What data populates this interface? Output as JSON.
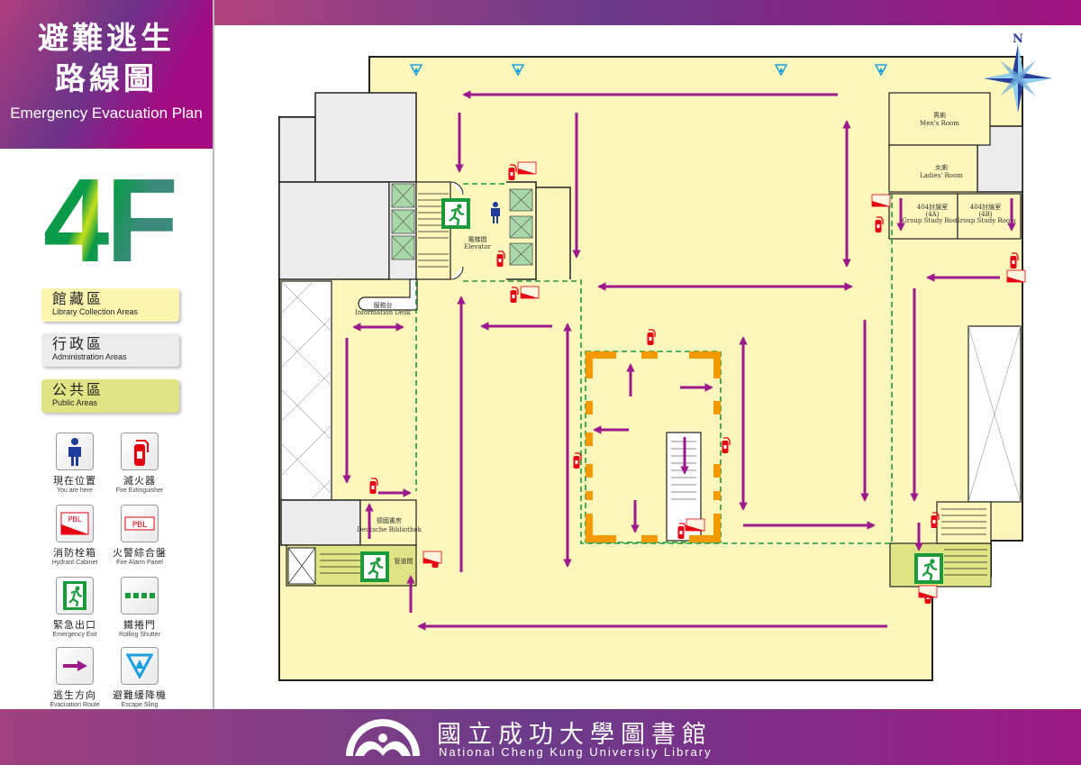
{
  "header": {
    "title_line1": "避難逃生",
    "title_line2": "路線圖",
    "title_en": "Emergency Evacuation Plan"
  },
  "floor": "4F",
  "zones": [
    {
      "zh": "館藏區",
      "en": "Library Collection Areas",
      "color": "#fbf5b0"
    },
    {
      "zh": "行政區",
      "en": "Administration Areas",
      "color": "#ebeceb"
    },
    {
      "zh": "公共區",
      "en": "Public Areas",
      "color": "#dfe584"
    }
  ],
  "legend": [
    {
      "icon": "person-icon",
      "zh": "現在位置",
      "en": "You are here"
    },
    {
      "icon": "fire-extinguisher-icon",
      "zh": "滅火器",
      "en": "Fire Extinguisher"
    },
    {
      "icon": "hydrant-cabinet-icon",
      "zh": "消防栓箱",
      "en": "Hydrant Cabinet"
    },
    {
      "icon": "fire-alarm-panel-icon",
      "zh": "火警綜合盤",
      "en": "Fire Alarm Panel"
    },
    {
      "icon": "emergency-exit-icon",
      "zh": "緊急出口",
      "en": "Emergency Exit"
    },
    {
      "icon": "rolling-shutter-icon",
      "zh": "鐵捲門",
      "en": "Rolling Shutter"
    },
    {
      "icon": "evacuation-route-icon",
      "zh": "逃生方向",
      "en": "Evacuation Route"
    },
    {
      "icon": "escape-sling-icon",
      "zh": "避難緩降機",
      "en": "Escape Sling"
    }
  ],
  "rooms": {
    "mens_zh": "男廁",
    "mens_en": "Men's Room",
    "ladies_zh": "女廁",
    "ladies_en": "Ladies' Room",
    "study_a_zh": "404討論室",
    "study_a_code": "(4A)",
    "study_a_en": "Group Study Room",
    "study_b_zh": "404討論室",
    "study_b_code": "(4B)",
    "study_b_en": "Group Study Room",
    "elevator_zh": "電梯間",
    "elevator_en": "Elevator",
    "info_zh": "服務台",
    "info_en": "Information Desk",
    "deutsche_zh": "德國書房",
    "deutsche_en": "Deutsche Bibliothek",
    "duct_zh": "管道間"
  },
  "compass": "N",
  "hydrant_label": "PBL",
  "colors": {
    "route": "#9c1a8c",
    "floor": "#fdf7bb",
    "wall": "#222222",
    "exit": "#1a9a3a",
    "orange": "#f39a00",
    "extinguisher": "#e60012"
  },
  "footer": {
    "zh": "國立成功大學圖書館",
    "en": "National Cheng Kung University Library"
  }
}
